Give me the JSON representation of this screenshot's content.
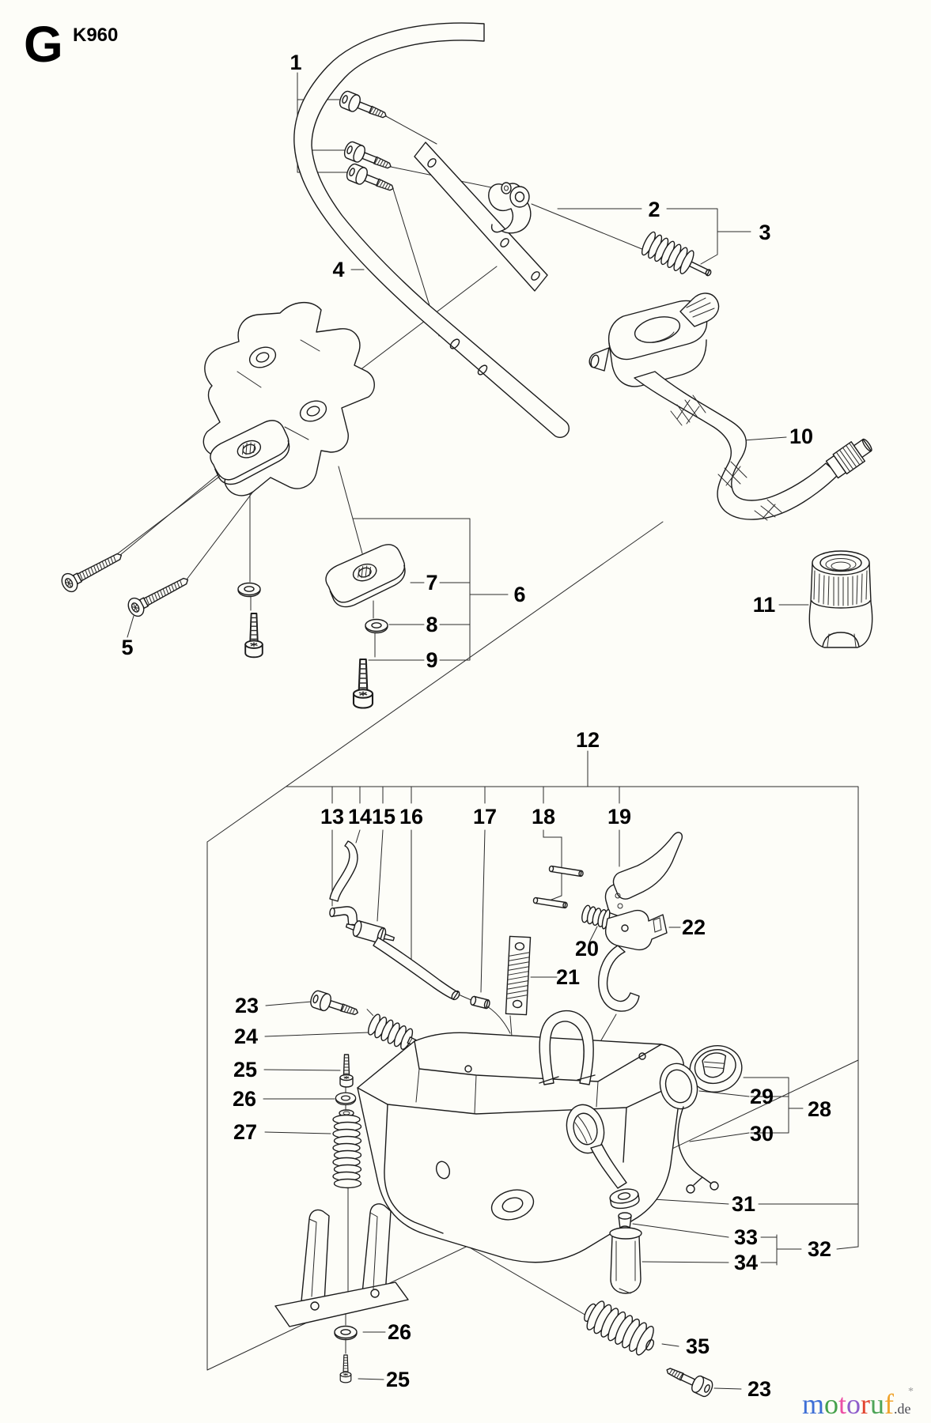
{
  "header": {
    "section_letter": "G",
    "model": "K960"
  },
  "callouts": [
    "1",
    "2",
    "3",
    "4",
    "5",
    "6",
    "7",
    "8",
    "9",
    "10",
    "11",
    "12",
    "13",
    "14",
    "15",
    "16",
    "17",
    "18",
    "19",
    "20",
    "21",
    "22",
    "23",
    "24",
    "25",
    "26",
    "27",
    "28",
    "29",
    "30",
    "31",
    "32",
    "33",
    "34",
    "35",
    "26",
    "25",
    "23"
  ],
  "watermark": {
    "letters": [
      {
        "ch": "m",
        "color": "#3e6fd6"
      },
      {
        "ch": "o",
        "color": "#45a14b"
      },
      {
        "ch": "t",
        "color": "#ec4fa5"
      },
      {
        "ch": "o",
        "color": "#8f5ccb"
      },
      {
        "ch": "r",
        "color": "#e2442f"
      },
      {
        "ch": "u",
        "color": "#4da457"
      },
      {
        "ch": "f",
        "color": "#f0a42e"
      }
    ],
    "star": "*",
    "star_color": "#9a9a9a",
    "domain": ".de",
    "domain_color": "#4a4a52"
  }
}
